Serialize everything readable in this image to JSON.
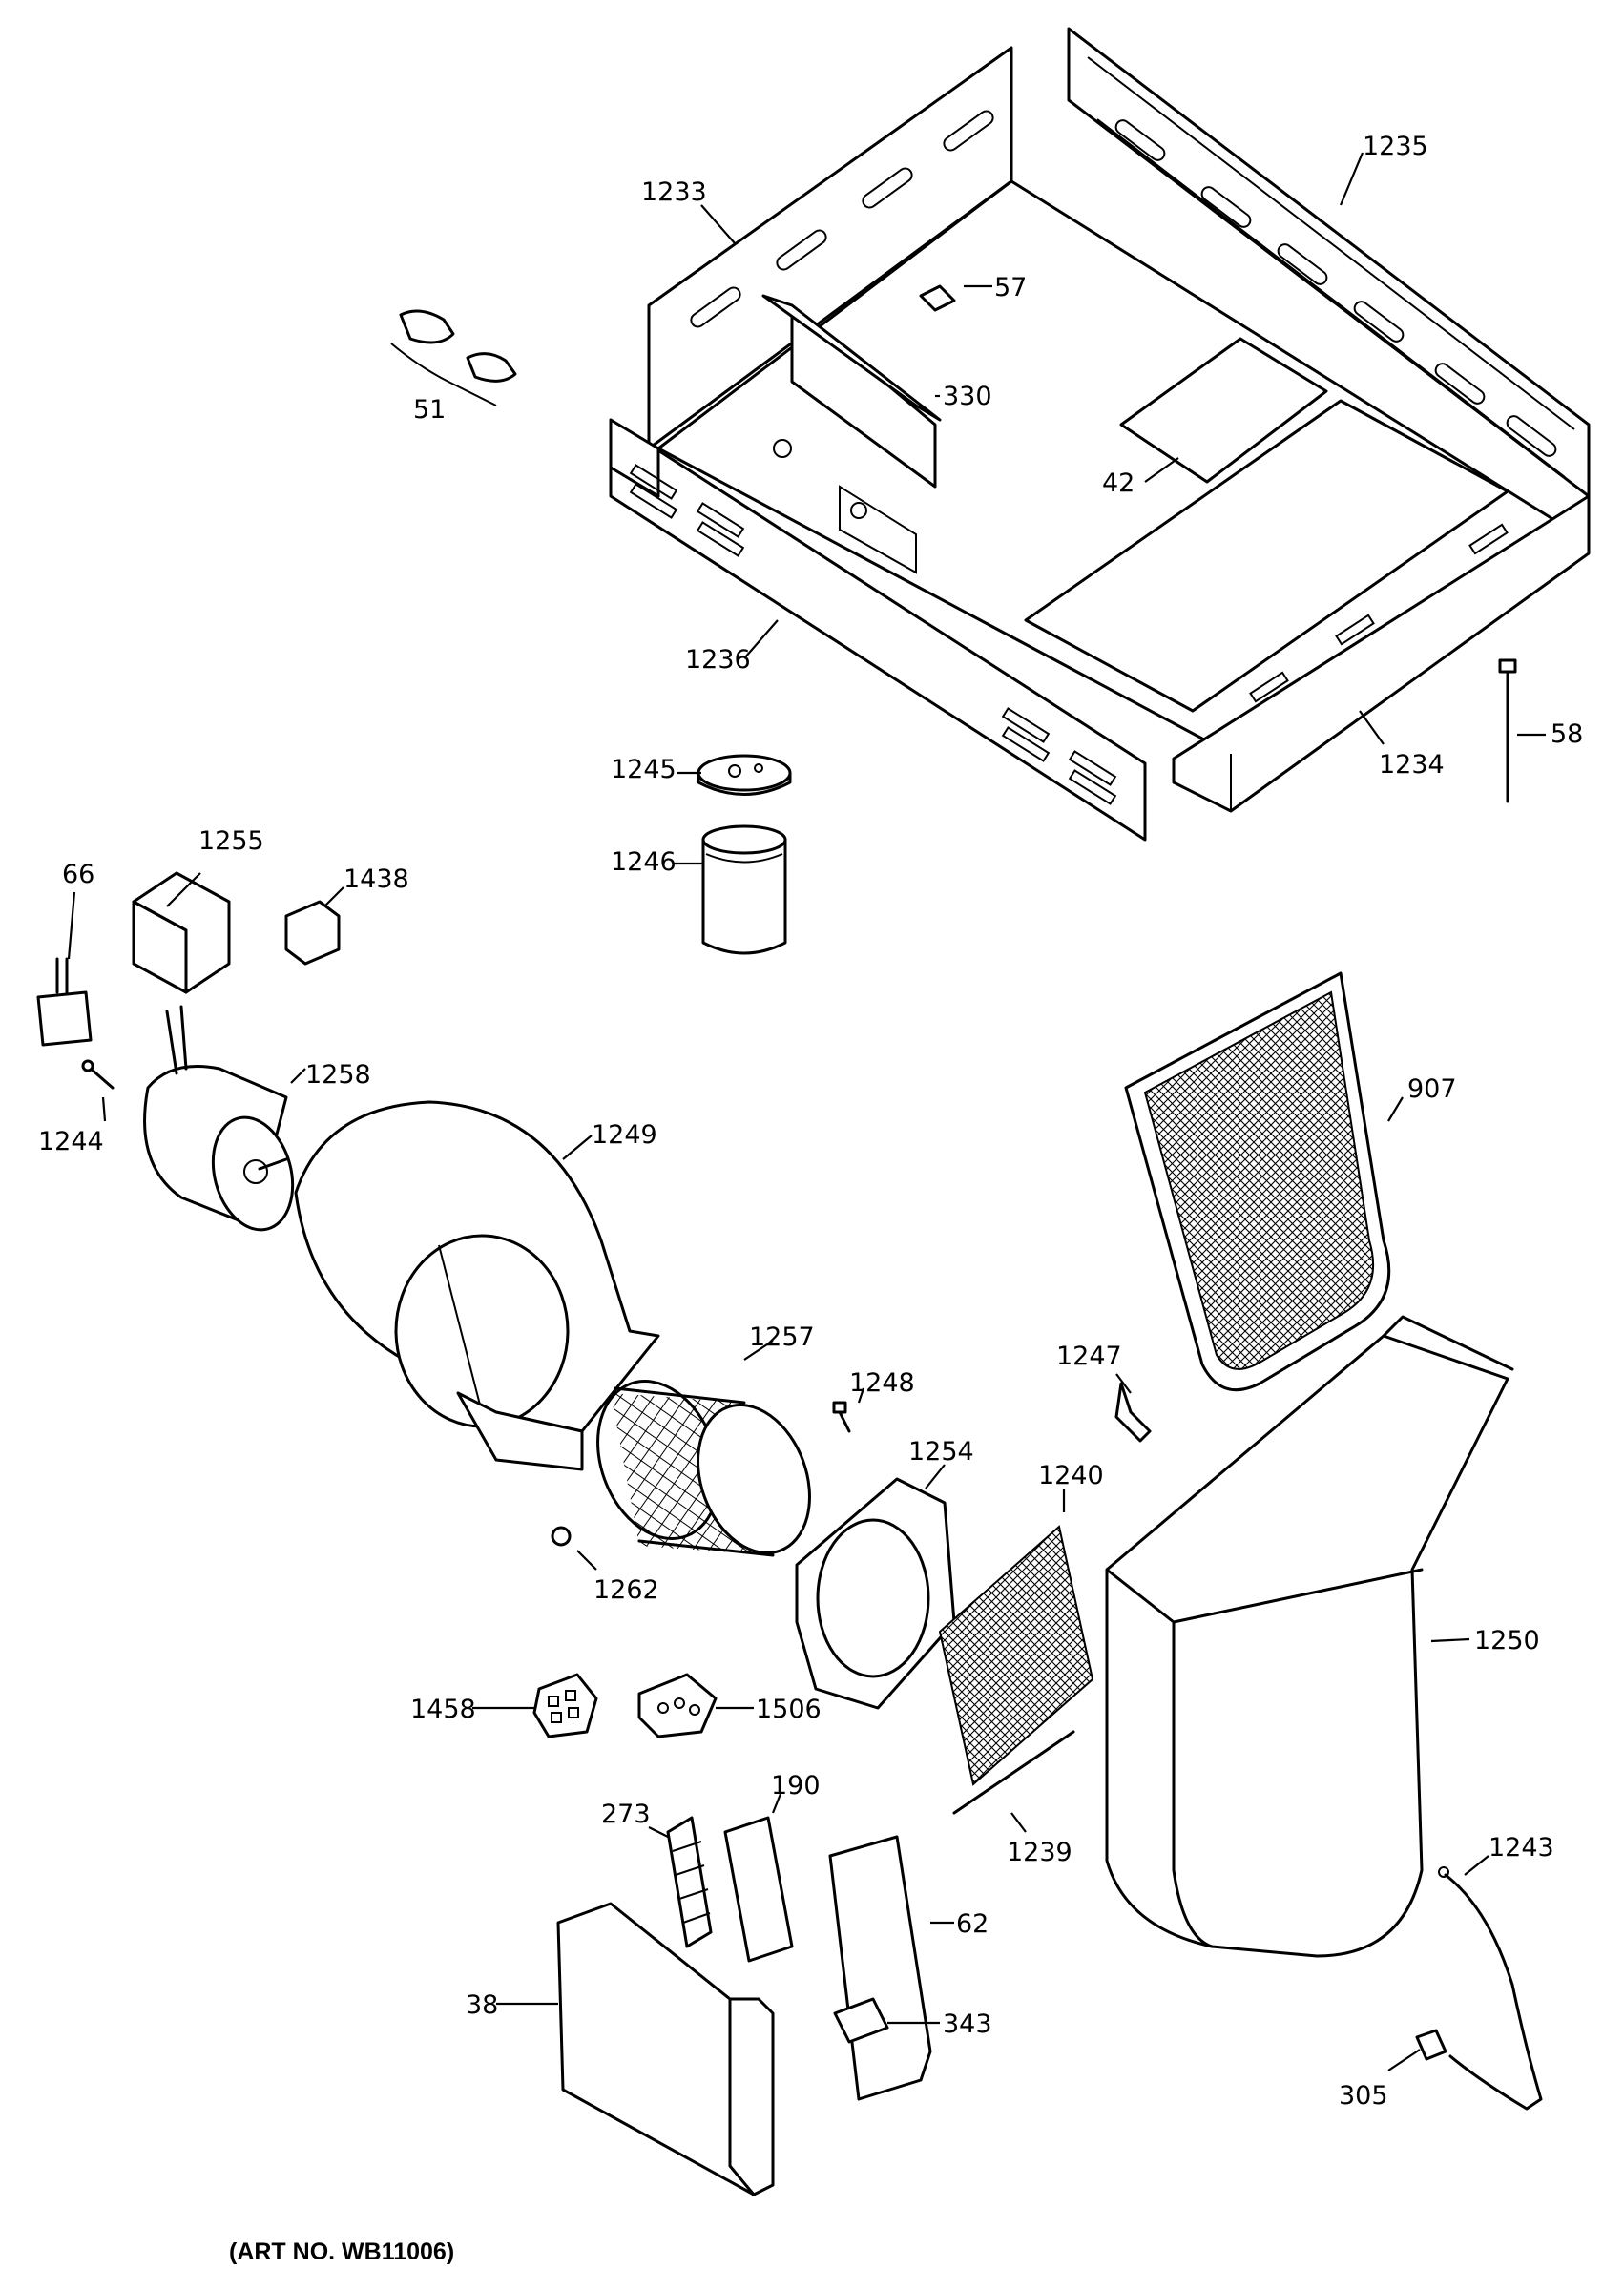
{
  "art_number": "(ART NO. WB11006)",
  "parts": [
    {
      "id": "1233",
      "label": "1233"
    },
    {
      "id": "1235",
      "label": "1235"
    },
    {
      "id": "57",
      "label": "57"
    },
    {
      "id": "51",
      "label": "51"
    },
    {
      "id": "330",
      "label": "330"
    },
    {
      "id": "42",
      "label": "42"
    },
    {
      "id": "1236",
      "label": "1236"
    },
    {
      "id": "1234",
      "label": "1234"
    },
    {
      "id": "58",
      "label": "58"
    },
    {
      "id": "1245",
      "label": "1245"
    },
    {
      "id": "1246",
      "label": "1246"
    },
    {
      "id": "1255",
      "label": "1255"
    },
    {
      "id": "1438",
      "label": "1438"
    },
    {
      "id": "66",
      "label": "66"
    },
    {
      "id": "1258",
      "label": "1258"
    },
    {
      "id": "1244",
      "label": "1244"
    },
    {
      "id": "1249",
      "label": "1249"
    },
    {
      "id": "907",
      "label": "907"
    },
    {
      "id": "1257",
      "label": "1257"
    },
    {
      "id": "1248",
      "label": "1248"
    },
    {
      "id": "1247",
      "label": "1247"
    },
    {
      "id": "1254",
      "label": "1254"
    },
    {
      "id": "1240",
      "label": "1240"
    },
    {
      "id": "1262",
      "label": "1262"
    },
    {
      "id": "1250",
      "label": "1250"
    },
    {
      "id": "1458",
      "label": "1458"
    },
    {
      "id": "1506",
      "label": "1506"
    },
    {
      "id": "190",
      "label": "190"
    },
    {
      "id": "273",
      "label": "273"
    },
    {
      "id": "1239",
      "label": "1239"
    },
    {
      "id": "1243",
      "label": "1243"
    },
    {
      "id": "62",
      "label": "62"
    },
    {
      "id": "343",
      "label": "343"
    },
    {
      "id": "38",
      "label": "38"
    },
    {
      "id": "305",
      "label": "305"
    }
  ]
}
